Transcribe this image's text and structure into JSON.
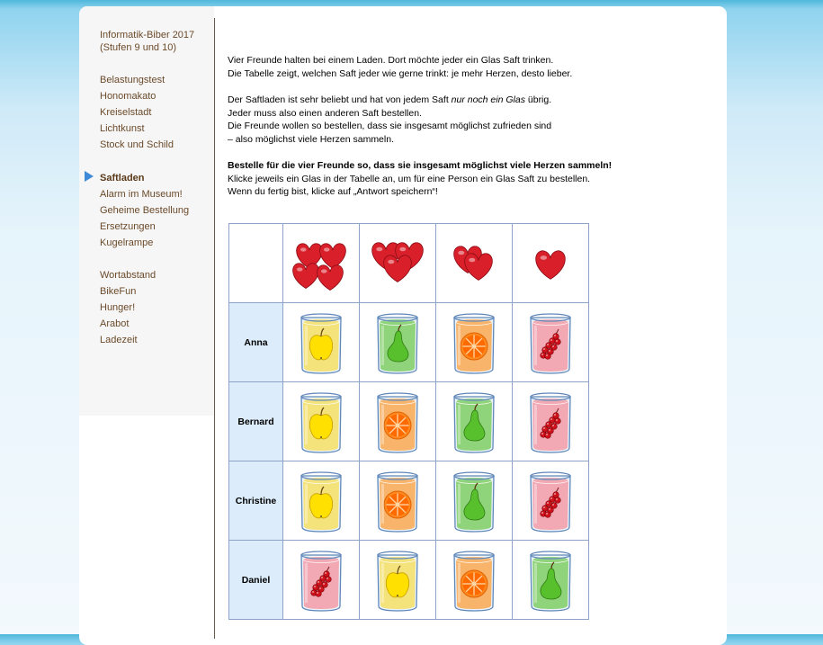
{
  "nav": {
    "title_line1": "Informatik-Biber 2017",
    "title_line2": "(Stufen 9 und 10)",
    "group1": [
      "Belastungstest",
      "Honomakato",
      "Kreiselstadt",
      "Lichtkunst",
      "Stock und Schild"
    ],
    "group2": [
      "Saftladen",
      "Alarm im Museum!",
      "Geheime Bestellung",
      "Ersetzungen",
      "Kugelrampe"
    ],
    "group3": [
      "Wortabstand",
      "BikeFun",
      "Hunger!",
      "Arabot",
      "Ladezeit"
    ],
    "active": "Saftladen"
  },
  "task": {
    "p1_l1": "Vier Freunde halten bei einem Laden. Dort möchte jeder ein Glas Saft trinken.",
    "p1_l2": "Die Tabelle zeigt, welchen Saft jeder wie gerne trinkt: je mehr Herzen, desto lieber.",
    "p2_l1a": "Der Saftladen ist sehr beliebt und hat von jedem Saft ",
    "p2_l1b": "nur noch ein Glas",
    "p2_l1c": " übrig.",
    "p2_l2": "Jeder muss also einen anderen Saft bestellen.",
    "p2_l3": "Die Freunde wollen so bestellen, dass sie insgesamt möglichst zufrieden sind",
    "p2_l4": "– also möglichst viele Herzen sammeln.",
    "p3_bold": "Bestelle für die vier Freunde so, dass sie insgesamt möglichst viele Herzen sammeln!",
    "p3_l2": "Klicke jeweils ein Glas in der Tabelle an, um für eine Person ein Glas Saft zu bestellen.",
    "p3_l3": "Wenn du fertig bist, klicke auf „Antwort speichern“!"
  },
  "table": {
    "hearts": [
      4,
      3,
      2,
      1
    ],
    "rows": [
      {
        "name": "Anna",
        "juices": [
          "apple",
          "pear",
          "orange",
          "currant"
        ]
      },
      {
        "name": "Bernard",
        "juices": [
          "apple",
          "orange",
          "pear",
          "currant"
        ]
      },
      {
        "name": "Christine",
        "juices": [
          "apple",
          "orange",
          "pear",
          "currant"
        ]
      },
      {
        "name": "Daniel",
        "juices": [
          "currant",
          "apple",
          "orange",
          "pear"
        ]
      }
    ],
    "colors": {
      "apple": "#f4e27a",
      "pear": "#8fd37a",
      "orange": "#f7b46a",
      "currant": "#f2a9b4",
      "heart": "#d81f2a"
    }
  }
}
